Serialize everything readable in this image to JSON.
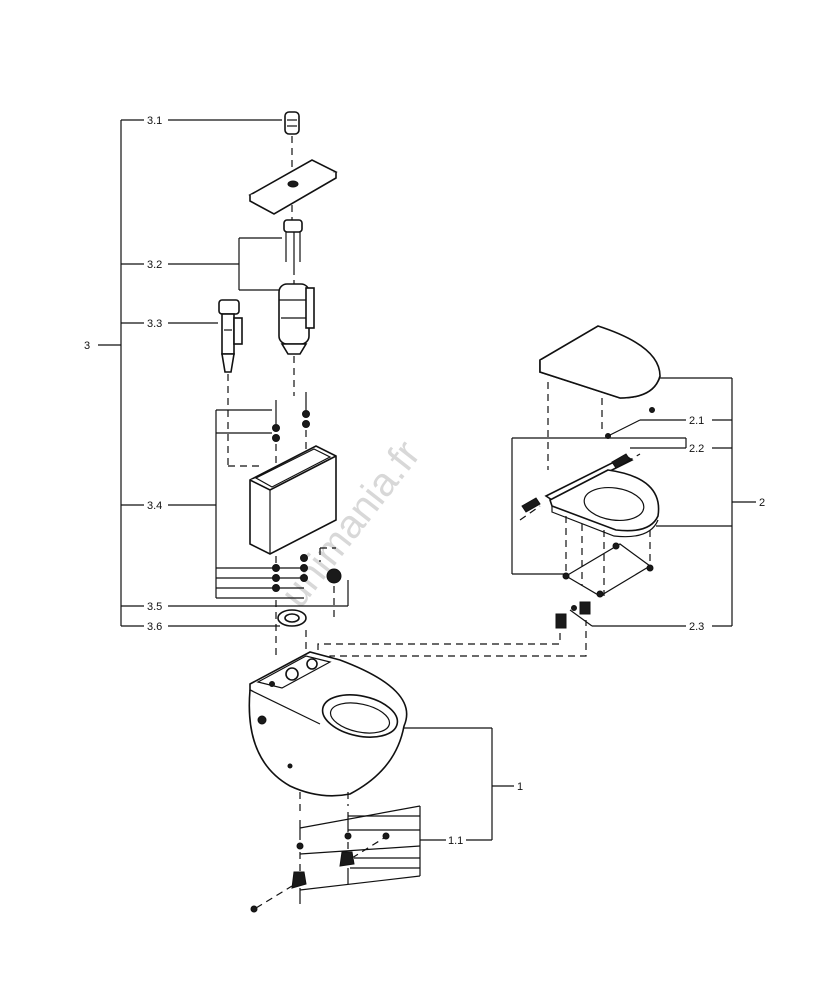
{
  "watermark": "unimania.fr",
  "labels": {
    "l3": "3",
    "l3_1": "3.1",
    "l3_2": "3.2",
    "l3_3": "3.3",
    "l3_4": "3.4",
    "l3_5": "3.5",
    "l3_6": "3.6",
    "l2": "2",
    "l2_1": "2.1",
    "l2_2": "2.2",
    "l2_3": "2.3",
    "l1": "1",
    "l1_1": "1.1"
  }
}
